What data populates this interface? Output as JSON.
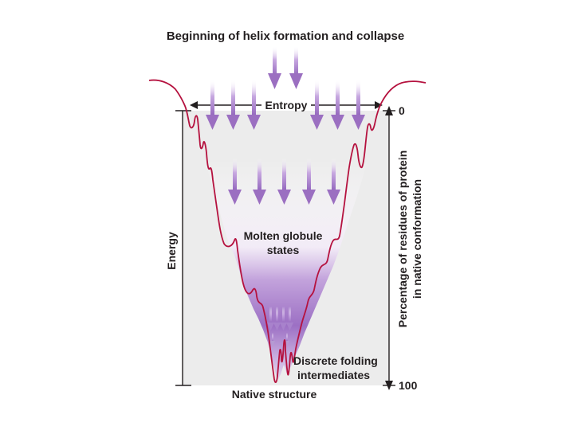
{
  "diagram": {
    "title": "Beginning of helix formation and collapse",
    "entropy_label": "Entropy",
    "energy_label": "Energy",
    "right_axis_label_line1": "Percentage of residues of protein",
    "right_axis_label_line2": "in native conformation",
    "right_axis_top_tick": "0",
    "right_axis_bottom_tick": "100",
    "molten_label_line1": "Molten globule",
    "molten_label_line2": "states",
    "intermediates_label_line1": "Discrete folding",
    "intermediates_label_line2": "intermediates",
    "native_label": "Native structure",
    "colors": {
      "funnel_line": "#b5123f",
      "arrow": "#9b6fc1",
      "gradient_dark": "#8f5fb8",
      "panel_bg": "#ececec",
      "axis": "#231f20"
    }
  }
}
